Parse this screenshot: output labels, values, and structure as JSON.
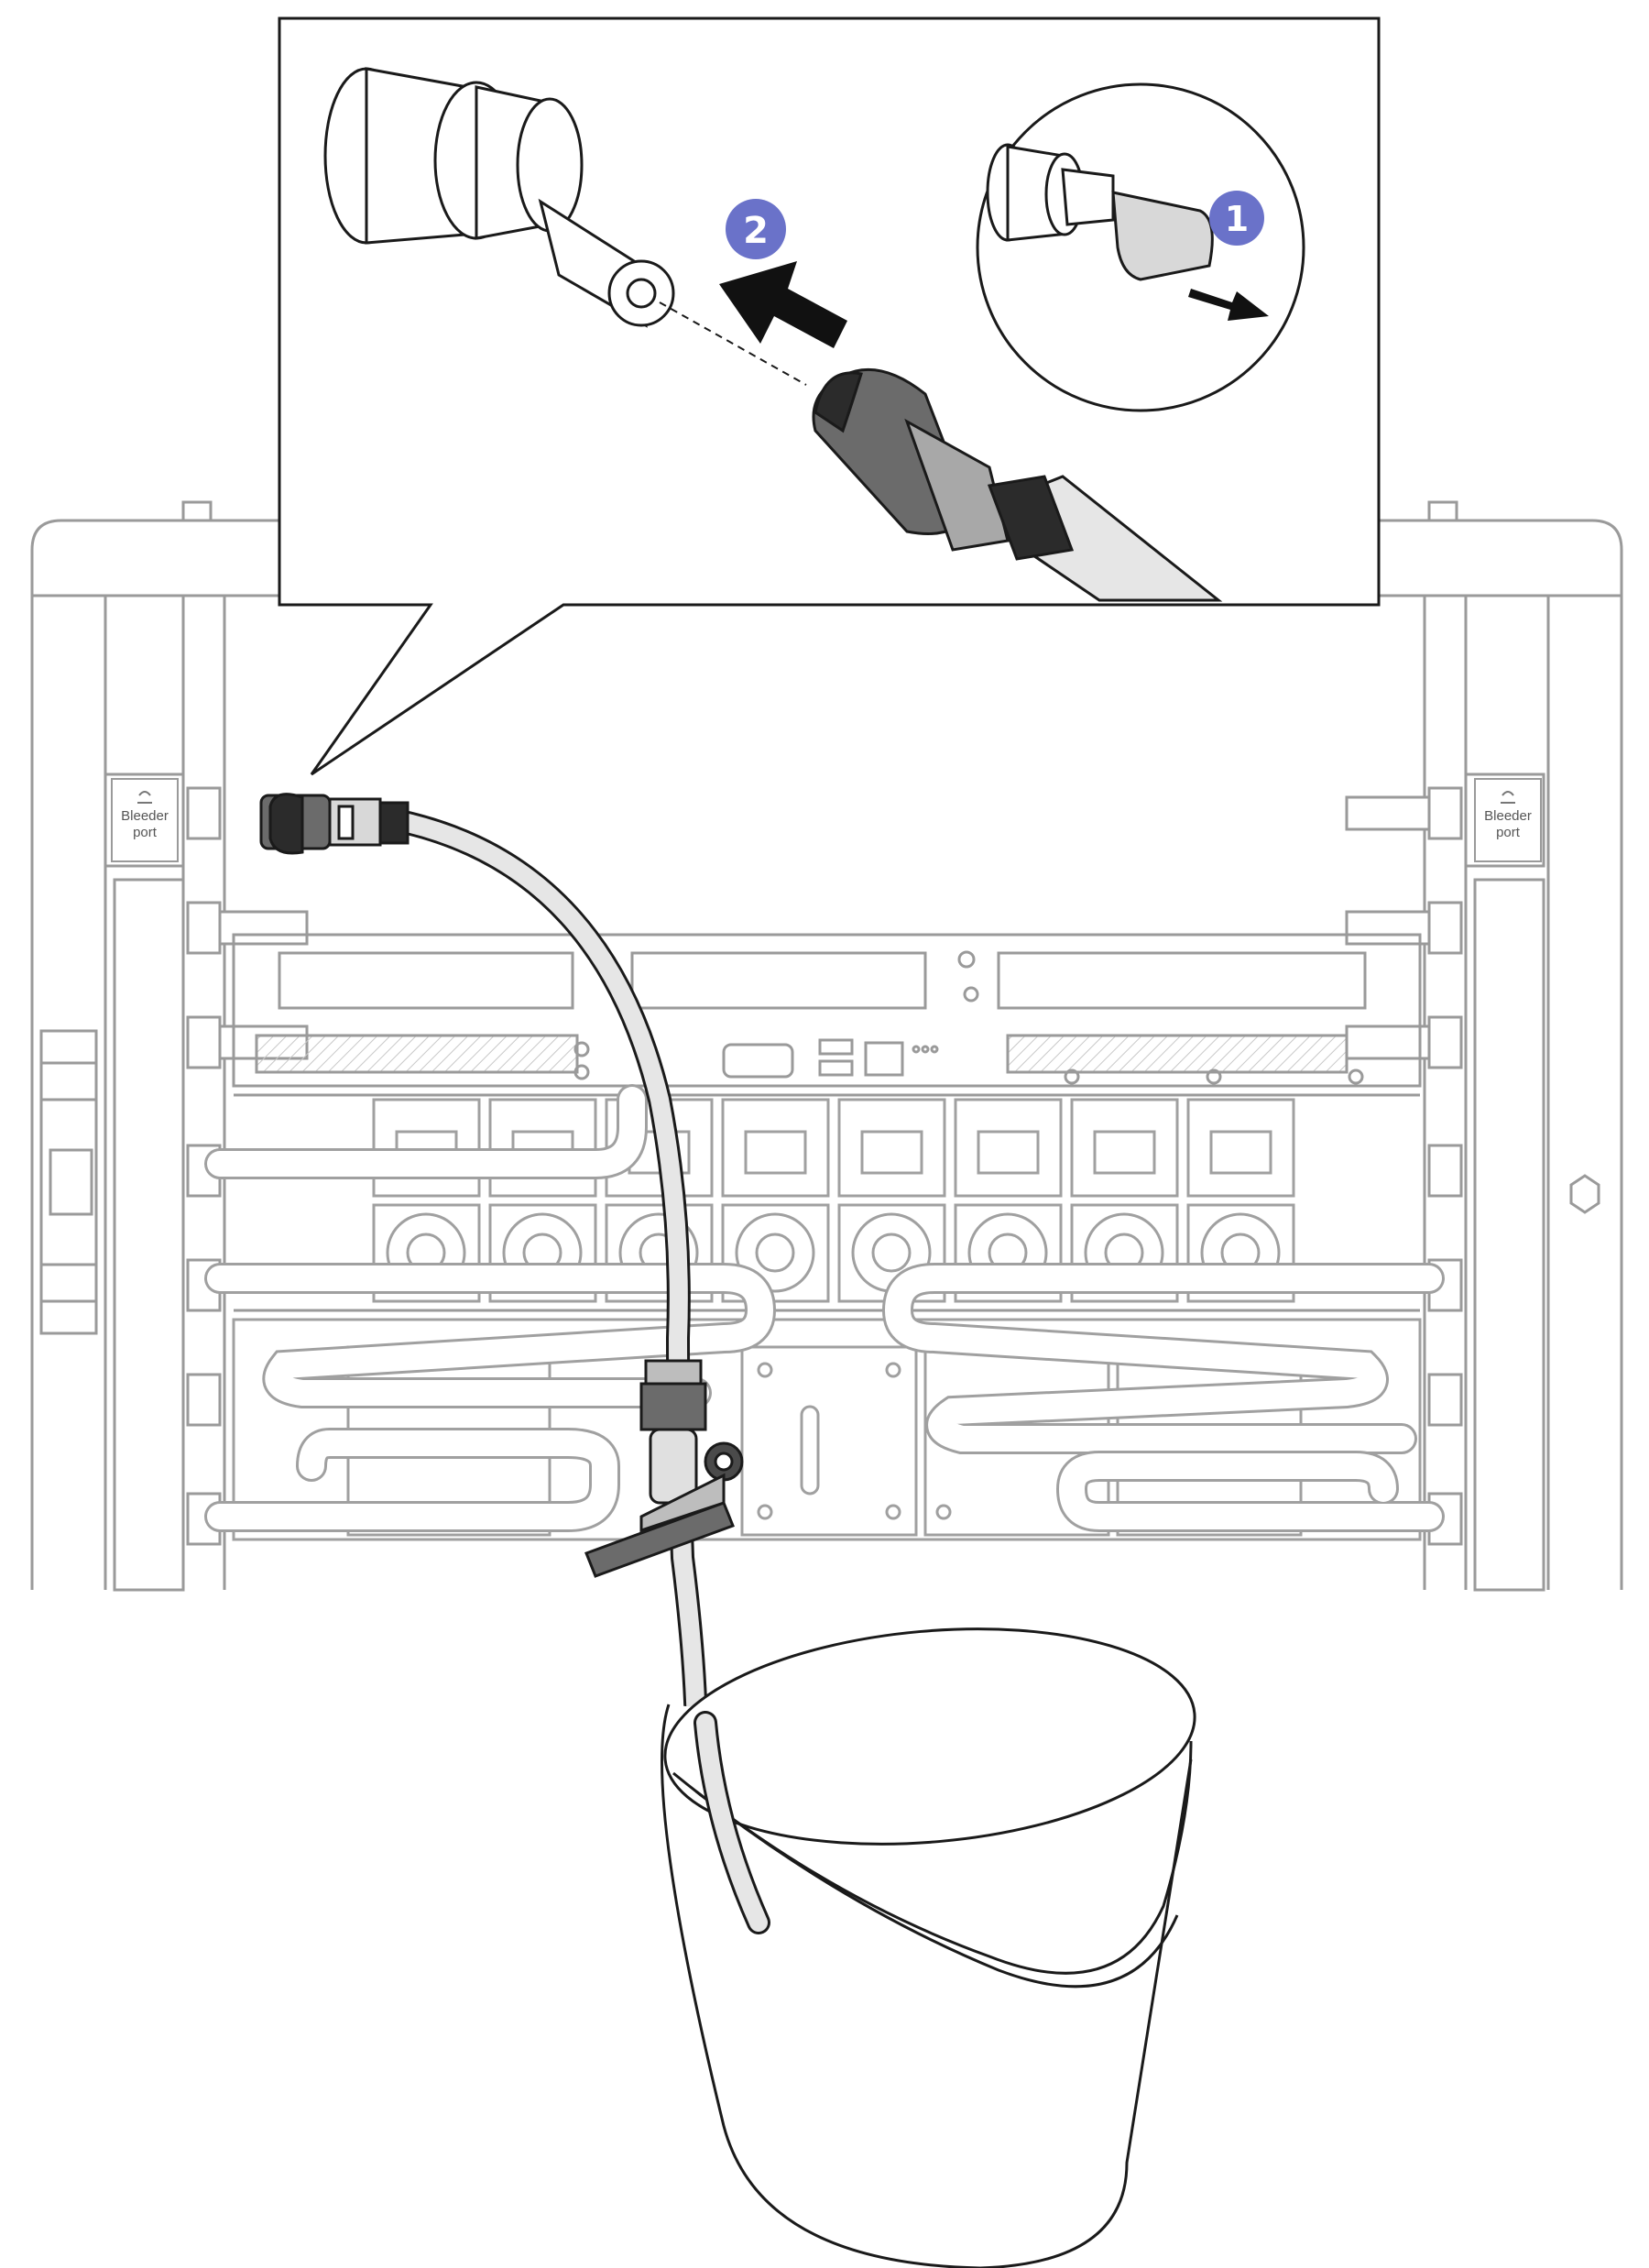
{
  "bleeder_ports": {
    "left": {
      "line1": "Bleeder",
      "line2": "port"
    },
    "right": {
      "line1": "Bleeder",
      "line2": "port"
    }
  },
  "steps": [
    {
      "number": "1"
    },
    {
      "number": "2"
    }
  ],
  "colors": {
    "step_badge": "#6a72c9",
    "outline": "#1a1a1a",
    "faded_outline": "#9a9a9a",
    "hose_fill": "#e6e6e6",
    "arrow": "#111111"
  },
  "icons": [
    "water-drop-icon",
    "arrow-icon"
  ]
}
